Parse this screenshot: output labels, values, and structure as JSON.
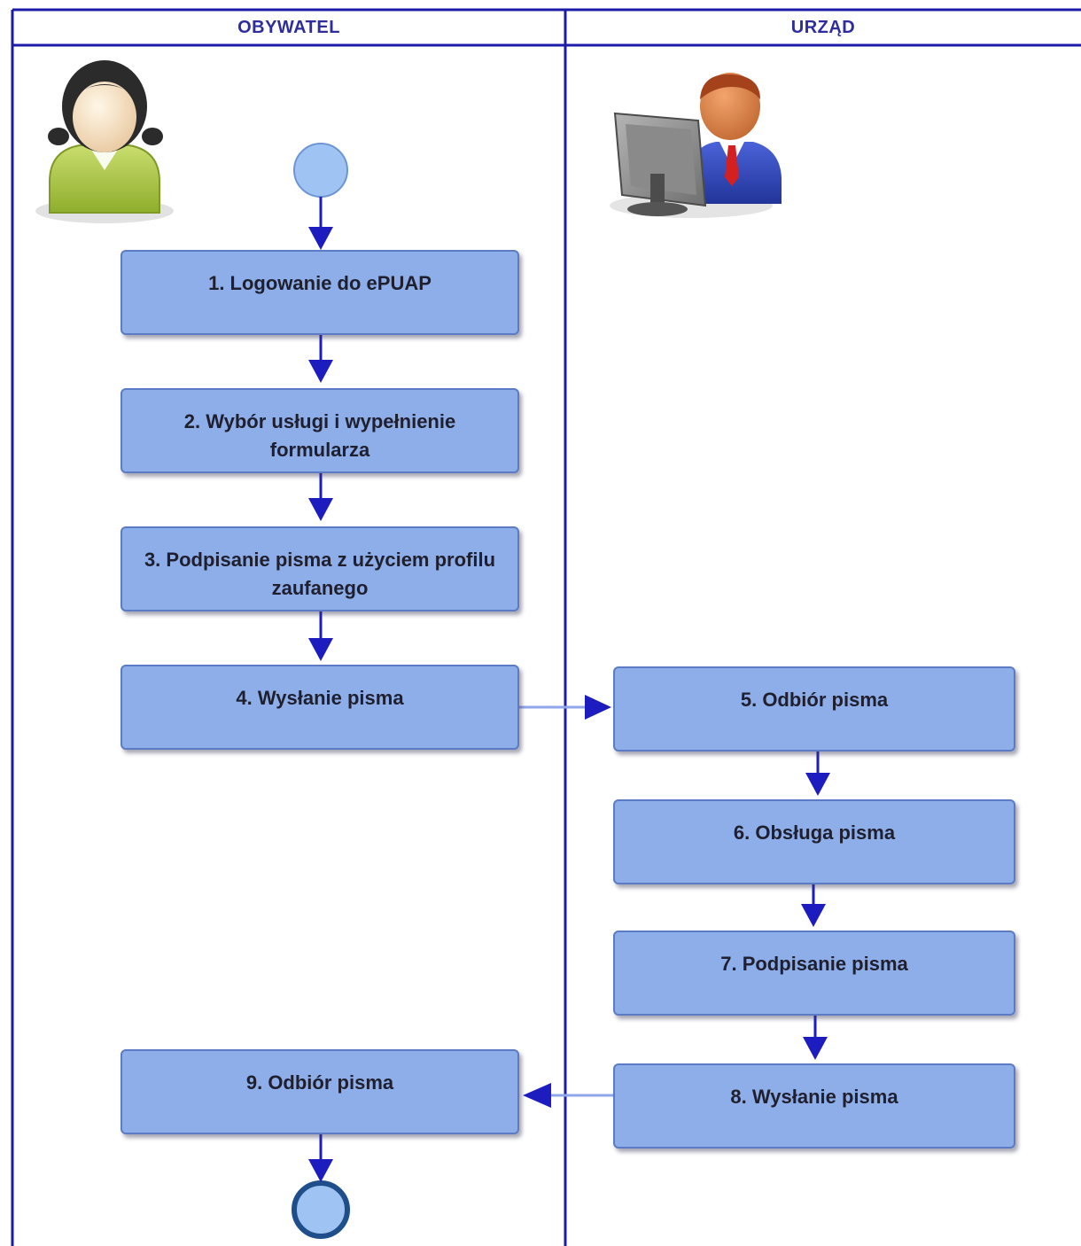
{
  "lanes": {
    "left": {
      "title": "OBYWATEL"
    },
    "right": {
      "title": "URZĄD"
    }
  },
  "actors": {
    "left": {
      "icon": "citizen-woman-icon"
    },
    "right": {
      "icon": "clerk-at-computer-icon"
    }
  },
  "steps": [
    {
      "label": "1. Logowanie do ePUAP"
    },
    {
      "label": "2. Wybór usługi i wypełnienie formularza"
    },
    {
      "label": "3. Podpisanie pisma z użyciem profilu zaufanego"
    },
    {
      "label": "4. Wysłanie pisma"
    },
    {
      "label": "5. Odbiór pisma"
    },
    {
      "label": "6. Obsługa pisma"
    },
    {
      "label": "7. Podpisanie pisma"
    },
    {
      "label": "8. Wysłanie pisma"
    },
    {
      "label": "9. Odbiór pisma"
    }
  ],
  "colors": {
    "lane_border": "#1c1ca8",
    "step_fill": "#8eaeea",
    "step_border": "#5b7cc4",
    "start_fill": "#9fc3f2",
    "end_border": "#1f4f8a",
    "arrow": "#1d1dbf",
    "header_text": "#2d2d9e"
  }
}
